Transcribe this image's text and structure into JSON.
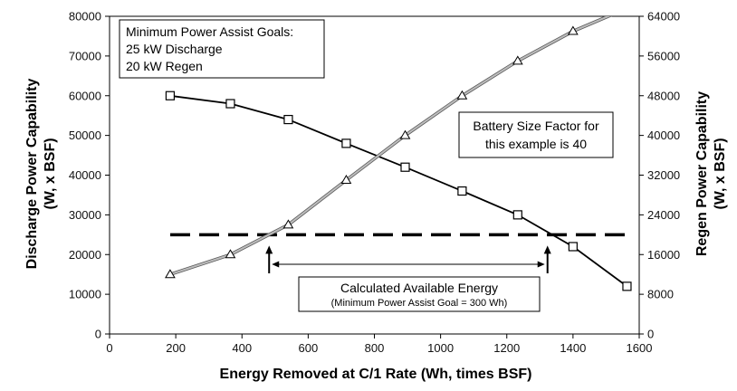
{
  "chart_data": {
    "type": "line",
    "xlabel": "Energy Removed at C/1 Rate (Wh, times BSF)",
    "ylabel_left_line1": "Discharge Power Capability",
    "ylabel_left_line2": "(W, x BSF)",
    "ylabel_right_line1": "Regen Power Capability",
    "ylabel_right_line2": "(W, x BSF)",
    "xlim": [
      0,
      1600
    ],
    "ylim_left": [
      0,
      80000
    ],
    "ylim_right": [
      0,
      64000
    ],
    "x_ticks": [
      0,
      200,
      400,
      600,
      800,
      1000,
      1200,
      1400,
      1600
    ],
    "y_left_ticks": [
      0,
      10000,
      20000,
      30000,
      40000,
      50000,
      60000,
      70000,
      80000
    ],
    "y_right_ticks": [
      0,
      8000,
      16000,
      24000,
      32000,
      40000,
      48000,
      56000,
      64000
    ],
    "grid": false,
    "series": [
      {
        "marker": "square",
        "axis": "left",
        "color": "#000000",
        "x": [
          183,
          365,
          540,
          715,
          893,
          1065,
          1233,
          1400,
          1563
        ],
        "y": [
          60000,
          58000,
          54000,
          48000,
          42000,
          36000,
          30000,
          22000,
          12000
        ]
      },
      {
        "marker": "triangle",
        "axis": "right",
        "color": "#8c8c8c",
        "x": [
          183,
          365,
          540,
          715,
          893,
          1065,
          1233,
          1400,
          1563
        ],
        "y": [
          12000,
          16000,
          22000,
          31000,
          40000,
          48000,
          55000,
          61000,
          65600
        ]
      }
    ],
    "threshold": {
      "y": 25000,
      "axis": "left",
      "style": "dashed"
    },
    "available_energy": {
      "x_start": 482,
      "x_end": 1323
    },
    "annotations": {
      "goals_box": {
        "line1": "Minimum Power Assist Goals:",
        "line2": "25 kW Discharge",
        "line3": "20 kW Regen"
      },
      "bsf_box": {
        "line1": "Battery Size Factor for",
        "line2": "this example is 40"
      },
      "energy_box": {
        "line1": "Calculated Available Energy",
        "line2": "(Minimum Power Assist Goal = 300 Wh)"
      }
    }
  }
}
